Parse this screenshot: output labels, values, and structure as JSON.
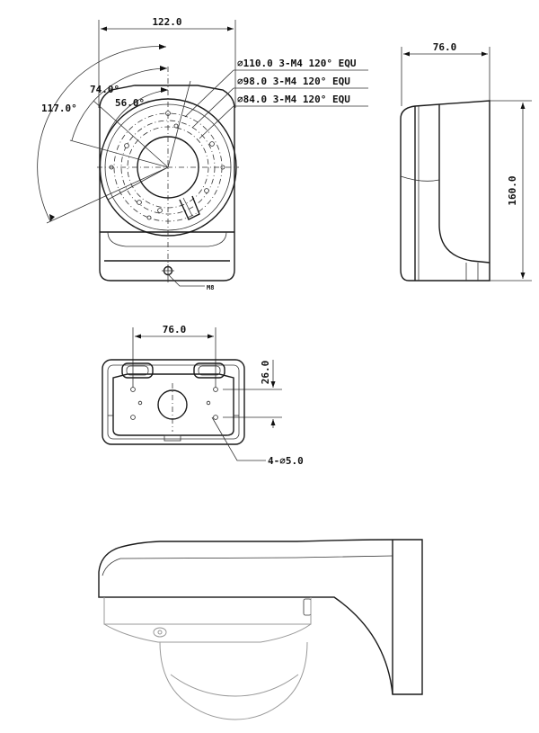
{
  "front_view": {
    "width_dim": "122.0",
    "angle_outer": "117.0°",
    "angle_mid": "74.0°",
    "angle_inner": "56.0°",
    "pcd_110": "∅110.0  3-M4 120° EQU",
    "pcd_98": "∅98.0  3-M4 120° EQU",
    "pcd_84": "∅84.0  3-M4 120° EQU",
    "screw_label": "M8"
  },
  "side_view": {
    "depth_dim": "76.0",
    "height_dim": "160.0"
  },
  "base_view": {
    "hole_spacing_dim": "76.0",
    "hole_offset_dim": "26.0",
    "hole_callout": "4-∅5.0"
  },
  "colors": {
    "line": "#1a1a1a",
    "background": "#ffffff"
  }
}
